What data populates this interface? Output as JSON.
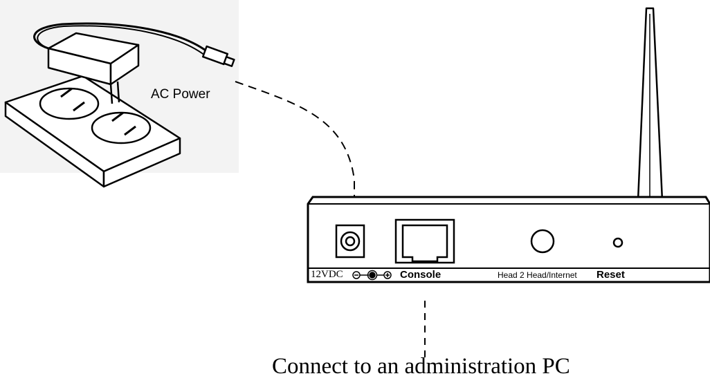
{
  "labels": {
    "ac_power": "AC Power",
    "dc_input": "12VDC",
    "console": "Console",
    "head2head_internet": "Head 2 Head/Internet",
    "reset": "Reset",
    "caption": "Connect to an administration PC"
  },
  "icons": {
    "polarity": "dc-polarity-icon",
    "adapter": "power-adapter-icon",
    "outlet": "power-outlet-icon",
    "antenna": "antenna-icon"
  }
}
